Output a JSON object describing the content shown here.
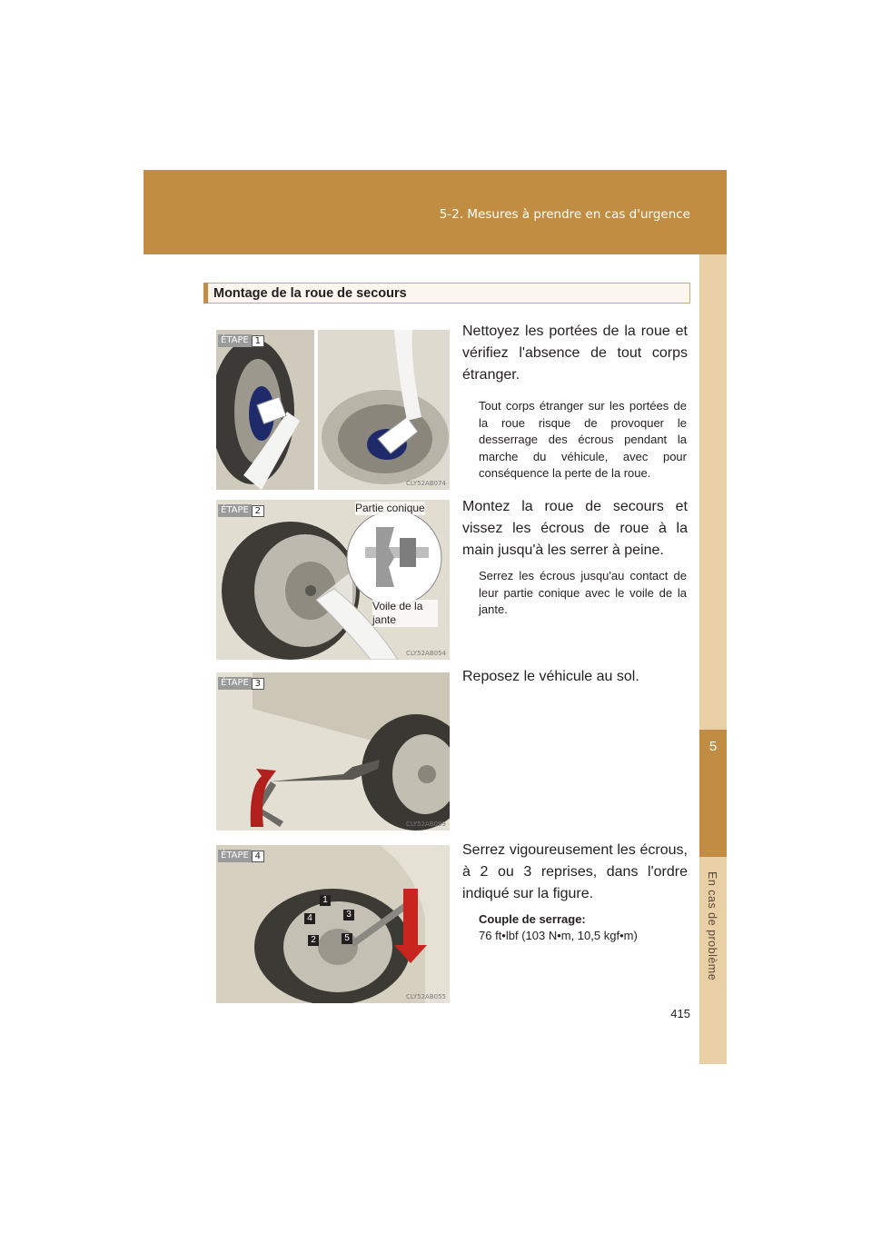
{
  "header": {
    "section": "5-2. Mesures à prendre en cas d'urgence"
  },
  "side_tab": {
    "chapter_number": "5",
    "chapter_title": "En cas de problème"
  },
  "section_title": "Montage de la roue de secours",
  "step_word": "ÉTAPE",
  "steps": [
    {
      "number": "1",
      "main": "Nettoyez les portées de la roue et vérifiez l'absence de tout corps étranger.",
      "note": "Tout corps étranger sur les portées de la roue risque de provoquer le desserrage des écrous pendant la marche du véhicule, avec pour conséquence la perte de la roue.",
      "figure_code": "CLY52AB074"
    },
    {
      "number": "2",
      "main": "Montez la roue de secours et vissez les écrous de roue à la main jusqu'à les serrer à peine.",
      "note": "Serrez les écrous jusqu'au contact de leur partie conique avec le voile de la jante.",
      "figure_code": "CLY52AB054",
      "label_cone": "Partie conique",
      "label_web": "Voile de la jante"
    },
    {
      "number": "3",
      "main": "Reposez le véhicule au sol.",
      "figure_code": "CLY52AB099"
    },
    {
      "number": "4",
      "main": "Serrez vigoureusement les écrous, à 2 ou 3 reprises, dans l'ordre indiqué sur la figure.",
      "torque_label": "Couple de serrage:",
      "torque_value": "76 ft•lbf (103 N•m, 10,5 kgf•m)",
      "figure_code": "CLY52AB055",
      "nut_order": [
        "1",
        "2",
        "3",
        "4",
        "5"
      ]
    }
  ],
  "page_number": "415",
  "colors": {
    "accent": "#c08d43",
    "tab_light": "#e8cfa6"
  }
}
